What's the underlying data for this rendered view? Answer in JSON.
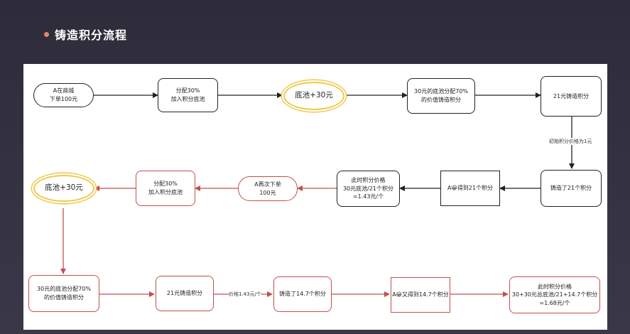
{
  "title": "铸造积分流程",
  "colors": {
    "accent_dot": "#e4836f",
    "row1_stroke": "#222222",
    "row2_stroke": "#c0504d",
    "pool_border": "#f0c84a"
  },
  "nodes": {
    "n1": "A在商城\n下单100元",
    "n2": "分配30%\n加入积分底池",
    "n3": "底池+30元",
    "n4": "30元的底池分配70%\n的价值铸造积分",
    "n5": "21元铸造积分",
    "n6": "铸造了21个积分",
    "n7": "A😀得到21个积分",
    "n8": "此时积分价格\n30元底池/21个积分\n=1.43元/个",
    "n9": "A再次下单\n100元",
    "n10": "分配30%\n加入积分底池",
    "n11": "底池+30元",
    "n12": "30元的底池分配70%\n的价值铸造积分",
    "n13": "21元铸造积分",
    "n14": "铸造了14.7个积分",
    "n15": "A😀又得到14.7个积分",
    "n16": "此时积分价格\n30+30元总底池/21+14.7个积分\n=1.68元/个"
  },
  "edge_labels": {
    "initial_price": "初始积分价格为1元",
    "price_143": "价格1.43元/个"
  }
}
